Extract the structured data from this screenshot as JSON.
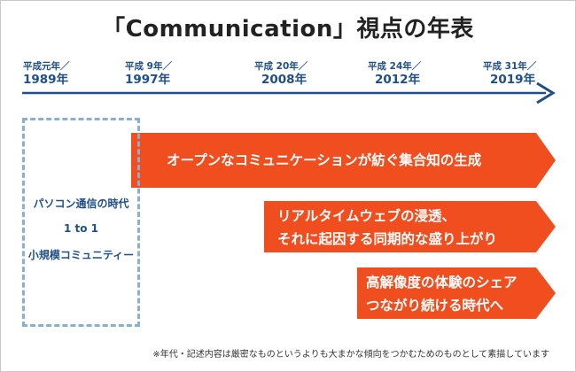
{
  "title": "「Communication」視点の年表",
  "timeline": {
    "eras": [
      {
        "label": "平成元年／",
        "year": "1989年"
      },
      {
        "label": "平成 9年／",
        "year": "1997年"
      },
      {
        "label": "平成 20年／",
        "year": "2008年"
      },
      {
        "label": "平成 24年／",
        "year": "2012年"
      },
      {
        "label": "平成 31年／",
        "year": "2019年"
      }
    ]
  },
  "left_box": {
    "line1": "パソコン通信の時代",
    "line2": "1 to 1",
    "line3": "小規模コミュニティー"
  },
  "arrows": {
    "arrow1": "オープンなコミュニケーションが紡ぐ集合知の生成",
    "arrow2_line1": "リアルタイムウェブの浸透、",
    "arrow2_line2": "それに起因する同期的な盛り上がり",
    "arrow3_line1": "高解像度の体験のシェア",
    "arrow3_line2": "つながり続ける時代へ"
  },
  "note": "※年代・記述内容は厳密なものというよりも大まかな傾向をつかむためのものとして素描しています",
  "colors": {
    "accent_orange": "#f04e1e",
    "timeline_blue": "#1f4f86",
    "dash_blue": "#86b0d8"
  }
}
